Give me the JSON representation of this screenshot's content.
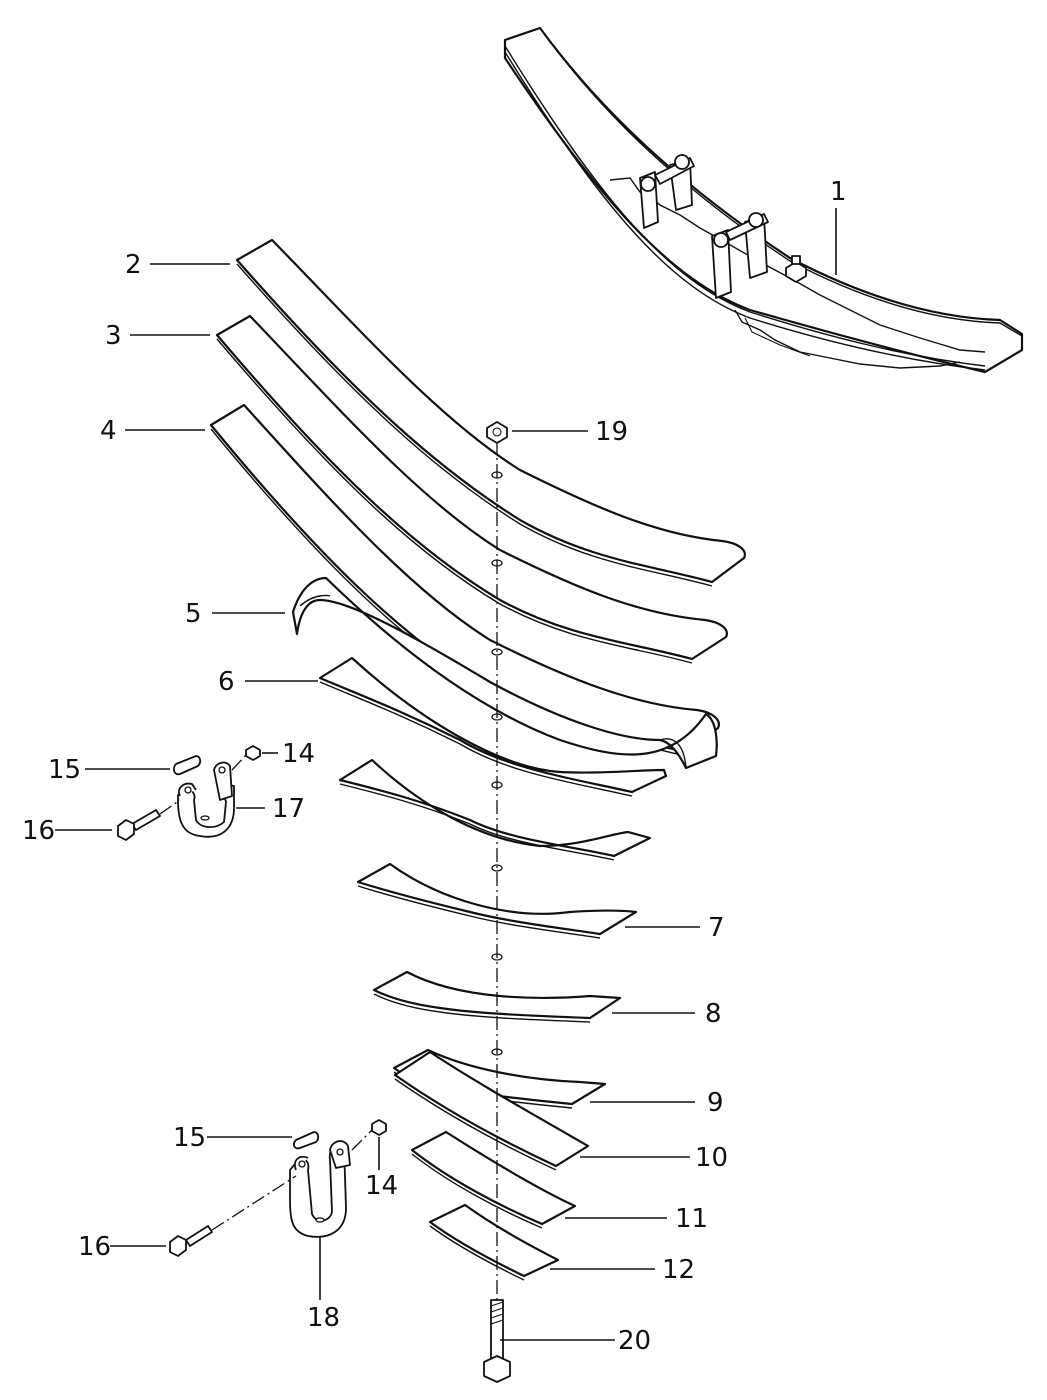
{
  "callouts": {
    "c1": "1",
    "c2": "2",
    "c3": "3",
    "c4": "4",
    "c5": "5",
    "c6": "6",
    "c7": "7",
    "c8": "8",
    "c9": "9",
    "c10": "10",
    "c11": "11",
    "c12": "12",
    "c14a": "14",
    "c14b": "14",
    "c15a": "15",
    "c15b": "15",
    "c16a": "16",
    "c16b": "16",
    "c17": "17",
    "c18": "18",
    "c19": "19",
    "c20": "20"
  }
}
